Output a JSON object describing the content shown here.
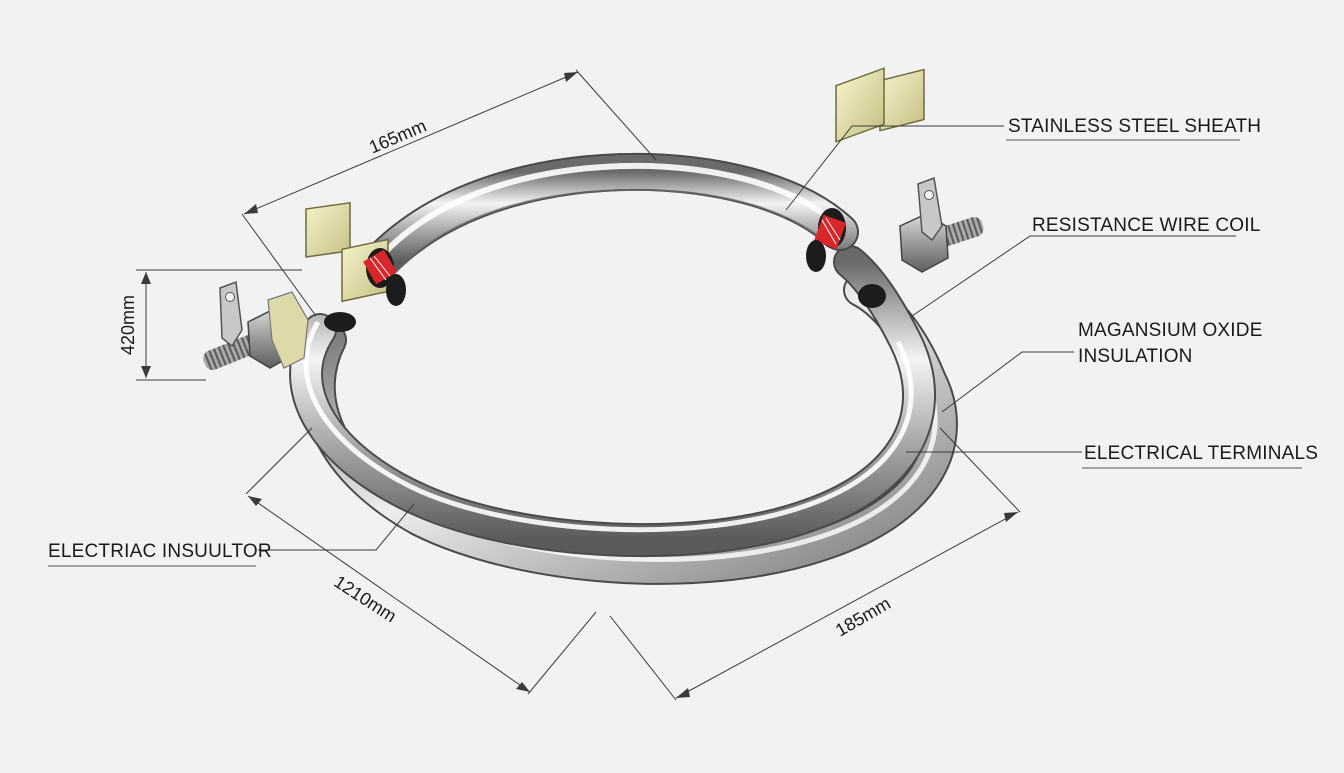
{
  "labels": {
    "sheath": "STAINLESS STEEL SHEATH",
    "coil": "RESISTANCE WIRE COIL",
    "oxide_line1": "MAGANSIUM OXIDE",
    "oxide_line2": "INSULATION",
    "terminals": "ELECTRICAL TERMINALS",
    "insulator": "ELECTRIAC INSUULTOR"
  },
  "dimensions": {
    "top": "165mm",
    "left_height": "420mm",
    "bottom_left": "1210mm",
    "bottom_right": "185mm"
  },
  "colors": {
    "background": "#f2f2f2",
    "steel_light": "#f4f4f4",
    "steel_mid": "#b4b4b4",
    "steel_dark": "#6a6a6a",
    "insulator_block": "#e6e2b0",
    "coil_red": "#d8262a",
    "line": "#3a3a3a"
  }
}
